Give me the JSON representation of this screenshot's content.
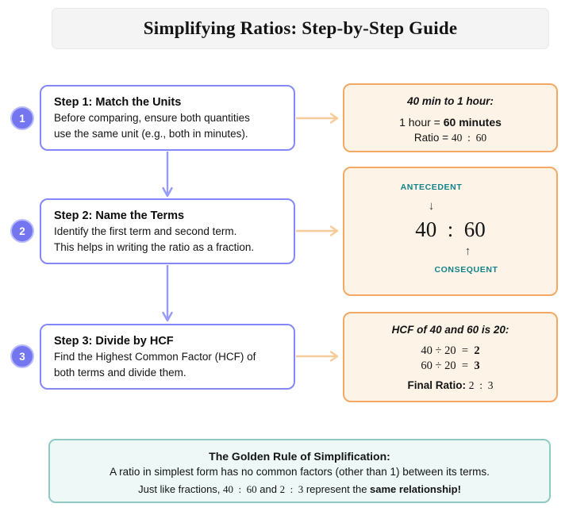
{
  "title": "Simplifying Ratios: Step-by-Step Guide",
  "colors": {
    "step_border": "#8488f8",
    "badge_fill": "#7376ef",
    "vertical_arrow": "#989cf8",
    "example_border": "#f3a964",
    "example_background": "#fdf4e7",
    "flow_arrow": "#f8cb9b",
    "term_label_teal": "#12838a",
    "rule_border": "#8fc9c3",
    "rule_background": "#edf8f7",
    "title_background": "#f4f4f4"
  },
  "steps": [
    {
      "number": "1",
      "heading": "Step 1: Match the Units",
      "body1": "Before comparing, ensure both quantities",
      "body2": "use the same unit (e.g., both in minutes)."
    },
    {
      "number": "2",
      "heading": "Step 2: Name the Terms",
      "body1": "Identify the first term and second term.",
      "body2": "This helps in writing the ratio as a fraction."
    },
    {
      "number": "3",
      "heading": "Step 3: Divide by HCF",
      "body1": "Find the Highest Common Factor (HCF) of",
      "body2": "both terms and divide them."
    }
  ],
  "examples": {
    "units": {
      "heading": "40 min to 1 hour:",
      "conversion_prefix": "1 hour = ",
      "conversion_bold": "60 minutes",
      "ratio_prefix": "Ratio = ",
      "ratio_math": "40  :  60"
    },
    "terms": {
      "antecedent_label": "ANTECEDENT",
      "down_arrow": "↓",
      "ratio": "40  :  60",
      "up_arrow": "↑",
      "consequent_label": "CONSEQUENT"
    },
    "hcf": {
      "heading_part1": "HCF of 40 and 60 is ",
      "heading_bold": "20",
      "heading_part2": ":",
      "division1_math": "40 ÷ 20  =  ",
      "division1_result": "2",
      "division2_math": "60 ÷ 20  =  ",
      "division2_result": "3",
      "final_label": "Final Ratio: ",
      "final_math": "2  :  3"
    }
  },
  "golden_rule": {
    "heading": "The Golden Rule of Simplification:",
    "line2": "A ratio in simplest form has no common factors (other than 1) between its terms.",
    "line3_part1": "Just like fractions, ",
    "line3_math1": "40  :  60",
    "line3_part2": " and ",
    "line3_math2": "2  :  3",
    "line3_part3": " represent the ",
    "line3_bold": "same relationship!"
  }
}
